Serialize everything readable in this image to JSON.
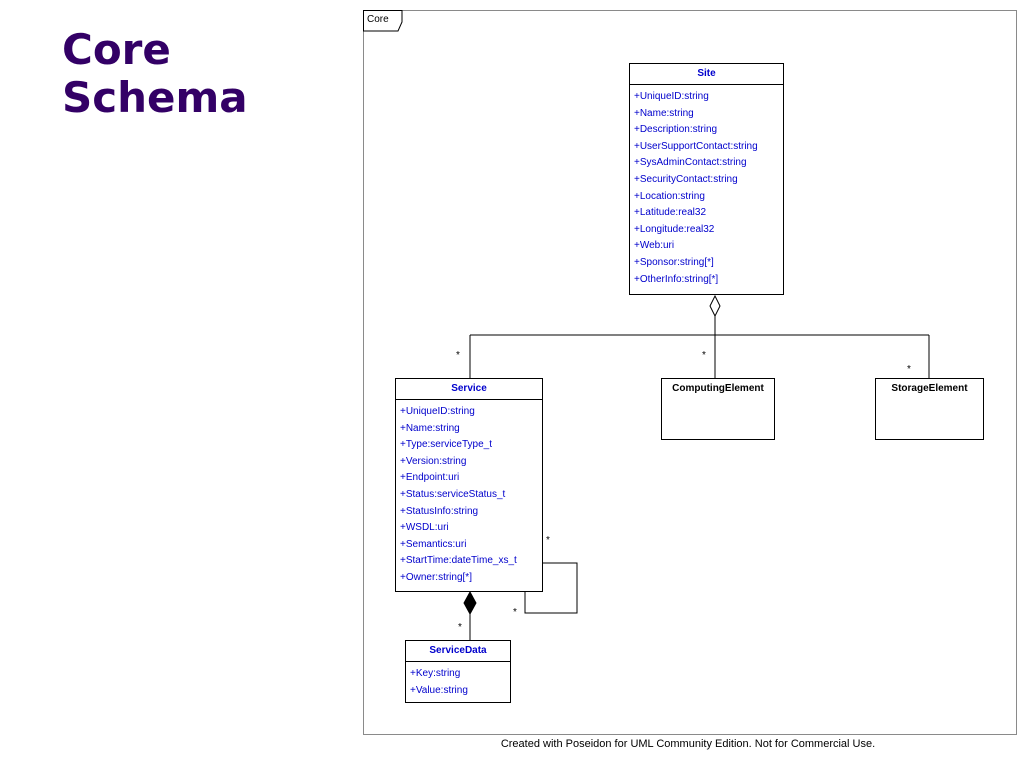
{
  "slide": {
    "title_line1": "Core",
    "title_line2": "Schema"
  },
  "diagram": {
    "package_label": "Core",
    "classes": {
      "site": {
        "name": "Site",
        "attributes": [
          "+UniqueID:string",
          "+Name:string",
          "+Description:string",
          "+UserSupportContact:string",
          "+SysAdminContact:string",
          "+SecurityContact:string",
          "+Location:string",
          "+Latitude:real32",
          "+Longitude:real32",
          "+Web:uri",
          "+Sponsor:string[*]",
          "+OtherInfo:string[*]"
        ]
      },
      "service": {
        "name": "Service",
        "attributes": [
          "+UniqueID:string",
          "+Name:string",
          "+Type:serviceType_t",
          "+Version:string",
          "+Endpoint:uri",
          "+Status:serviceStatus_t",
          "+StatusInfo:string",
          "+WSDL:uri",
          "+Semantics:uri",
          "+StartTime:dateTime_xs_t",
          "+Owner:string[*]"
        ]
      },
      "computing_element": {
        "name": "ComputingElement"
      },
      "storage_element": {
        "name": "StorageElement"
      },
      "service_data": {
        "name": "ServiceData",
        "attributes": [
          "+Key:string",
          "+Value:string"
        ]
      }
    },
    "multiplicities": {
      "site_service": "*",
      "site_computing": "*",
      "site_storage": "*",
      "self_top": "*",
      "self_bottom": "*",
      "service_servicedata": "*"
    }
  },
  "footer": {
    "text": "Created with Poseidon for UML Community Edition. Not for Commercial Use."
  },
  "colors": {
    "title": "#330066",
    "class_text": "#0000cc",
    "frame": "#8a8a8a"
  }
}
